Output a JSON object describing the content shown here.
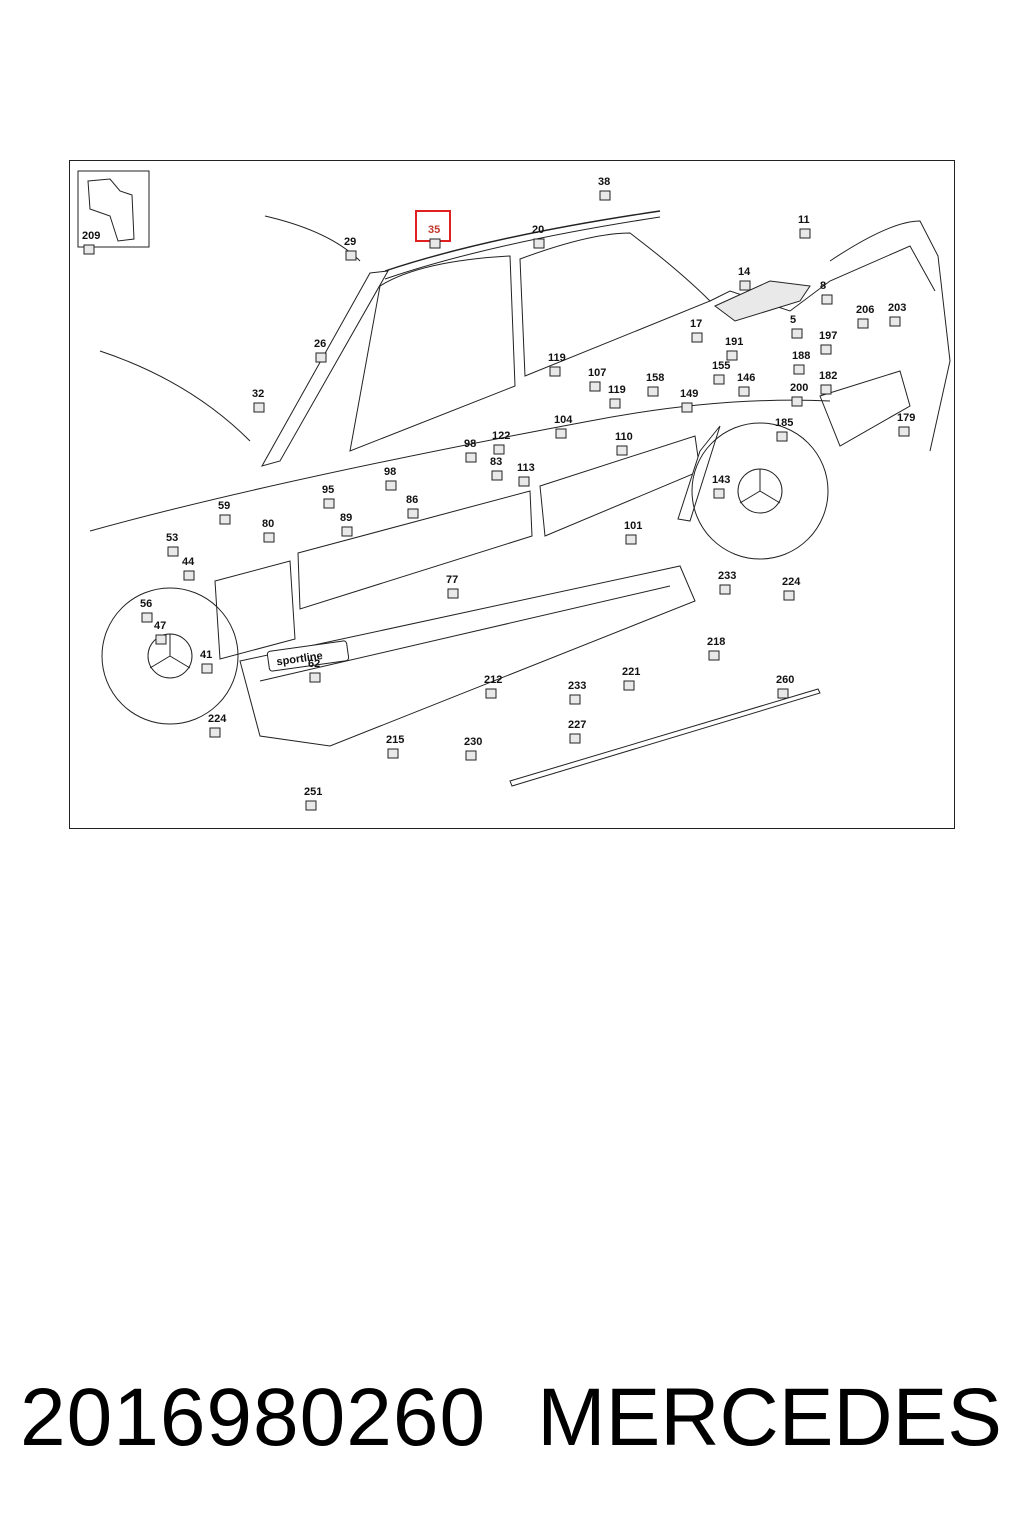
{
  "diagram": {
    "highlighted_part": "35",
    "badge_text": "sportline",
    "highlight_color": "#e02020",
    "labels": [
      "209",
      "38",
      "35",
      "20",
      "29",
      "11",
      "14",
      "8",
      "26",
      "5",
      "17",
      "191",
      "206",
      "203",
      "188",
      "197",
      "182",
      "119",
      "107",
      "155",
      "146",
      "200",
      "32",
      "158",
      "149",
      "119",
      "185",
      "179",
      "104",
      "110",
      "122",
      "98",
      "83",
      "113",
      "98",
      "143",
      "95",
      "86",
      "89",
      "59",
      "80",
      "101",
      "53",
      "44",
      "233",
      "224",
      "77",
      "56",
      "47",
      "41",
      "62",
      "218",
      "221",
      "260",
      "212",
      "233",
      "224",
      "227",
      "215",
      "230",
      "251"
    ]
  },
  "footer": {
    "part_number": "2016980260",
    "brand": "MERCEDES"
  }
}
